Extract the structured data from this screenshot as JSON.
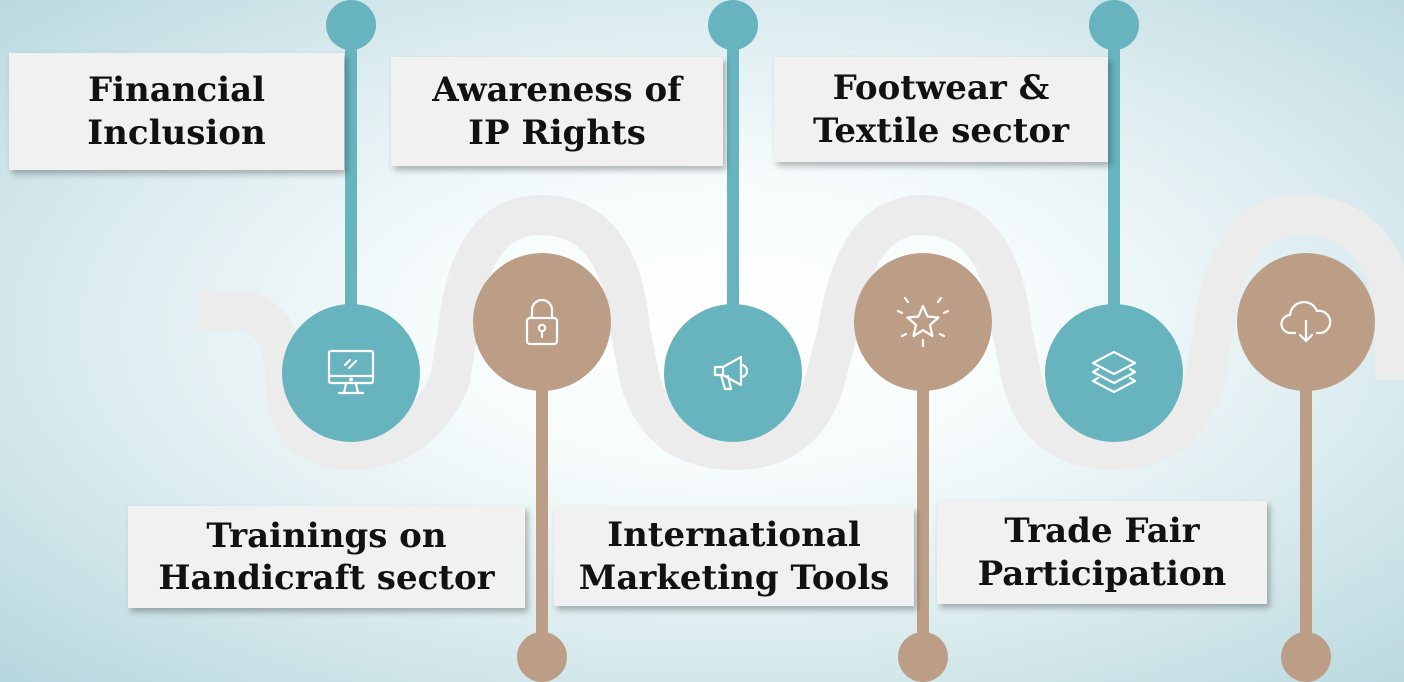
{
  "colors": {
    "teal": "#67b4bf",
    "tan": "#bc9e86",
    "track": "#ececec",
    "box": "#f1f1f1",
    "text": "#111111"
  },
  "items": [
    {
      "id": "financial-inclusion",
      "line1": "Financial",
      "line2": "Inclusion",
      "icon": "monitor-icon",
      "color": "teal",
      "position": "top"
    },
    {
      "id": "trainings-handicraft",
      "line1": "Trainings on",
      "line2": "Handicraft sector",
      "icon": "lock-icon",
      "color": "tan",
      "position": "bottom"
    },
    {
      "id": "awareness-ip-rights",
      "line1": "Awareness of",
      "line2": "IP Rights",
      "icon": "megaphone-icon",
      "color": "teal",
      "position": "top"
    },
    {
      "id": "international-marketing",
      "line1": "International",
      "line2": "Marketing Tools",
      "icon": "star-icon",
      "color": "tan",
      "position": "bottom"
    },
    {
      "id": "footwear-textile",
      "line1": "Footwear &",
      "line2": "Textile sector",
      "icon": "layers-icon",
      "color": "teal",
      "position": "top"
    },
    {
      "id": "trade-fair",
      "line1": "Trade Fair",
      "line2": "Participation",
      "icon": "cloud-download-icon",
      "color": "tan",
      "position": "bottom"
    }
  ]
}
